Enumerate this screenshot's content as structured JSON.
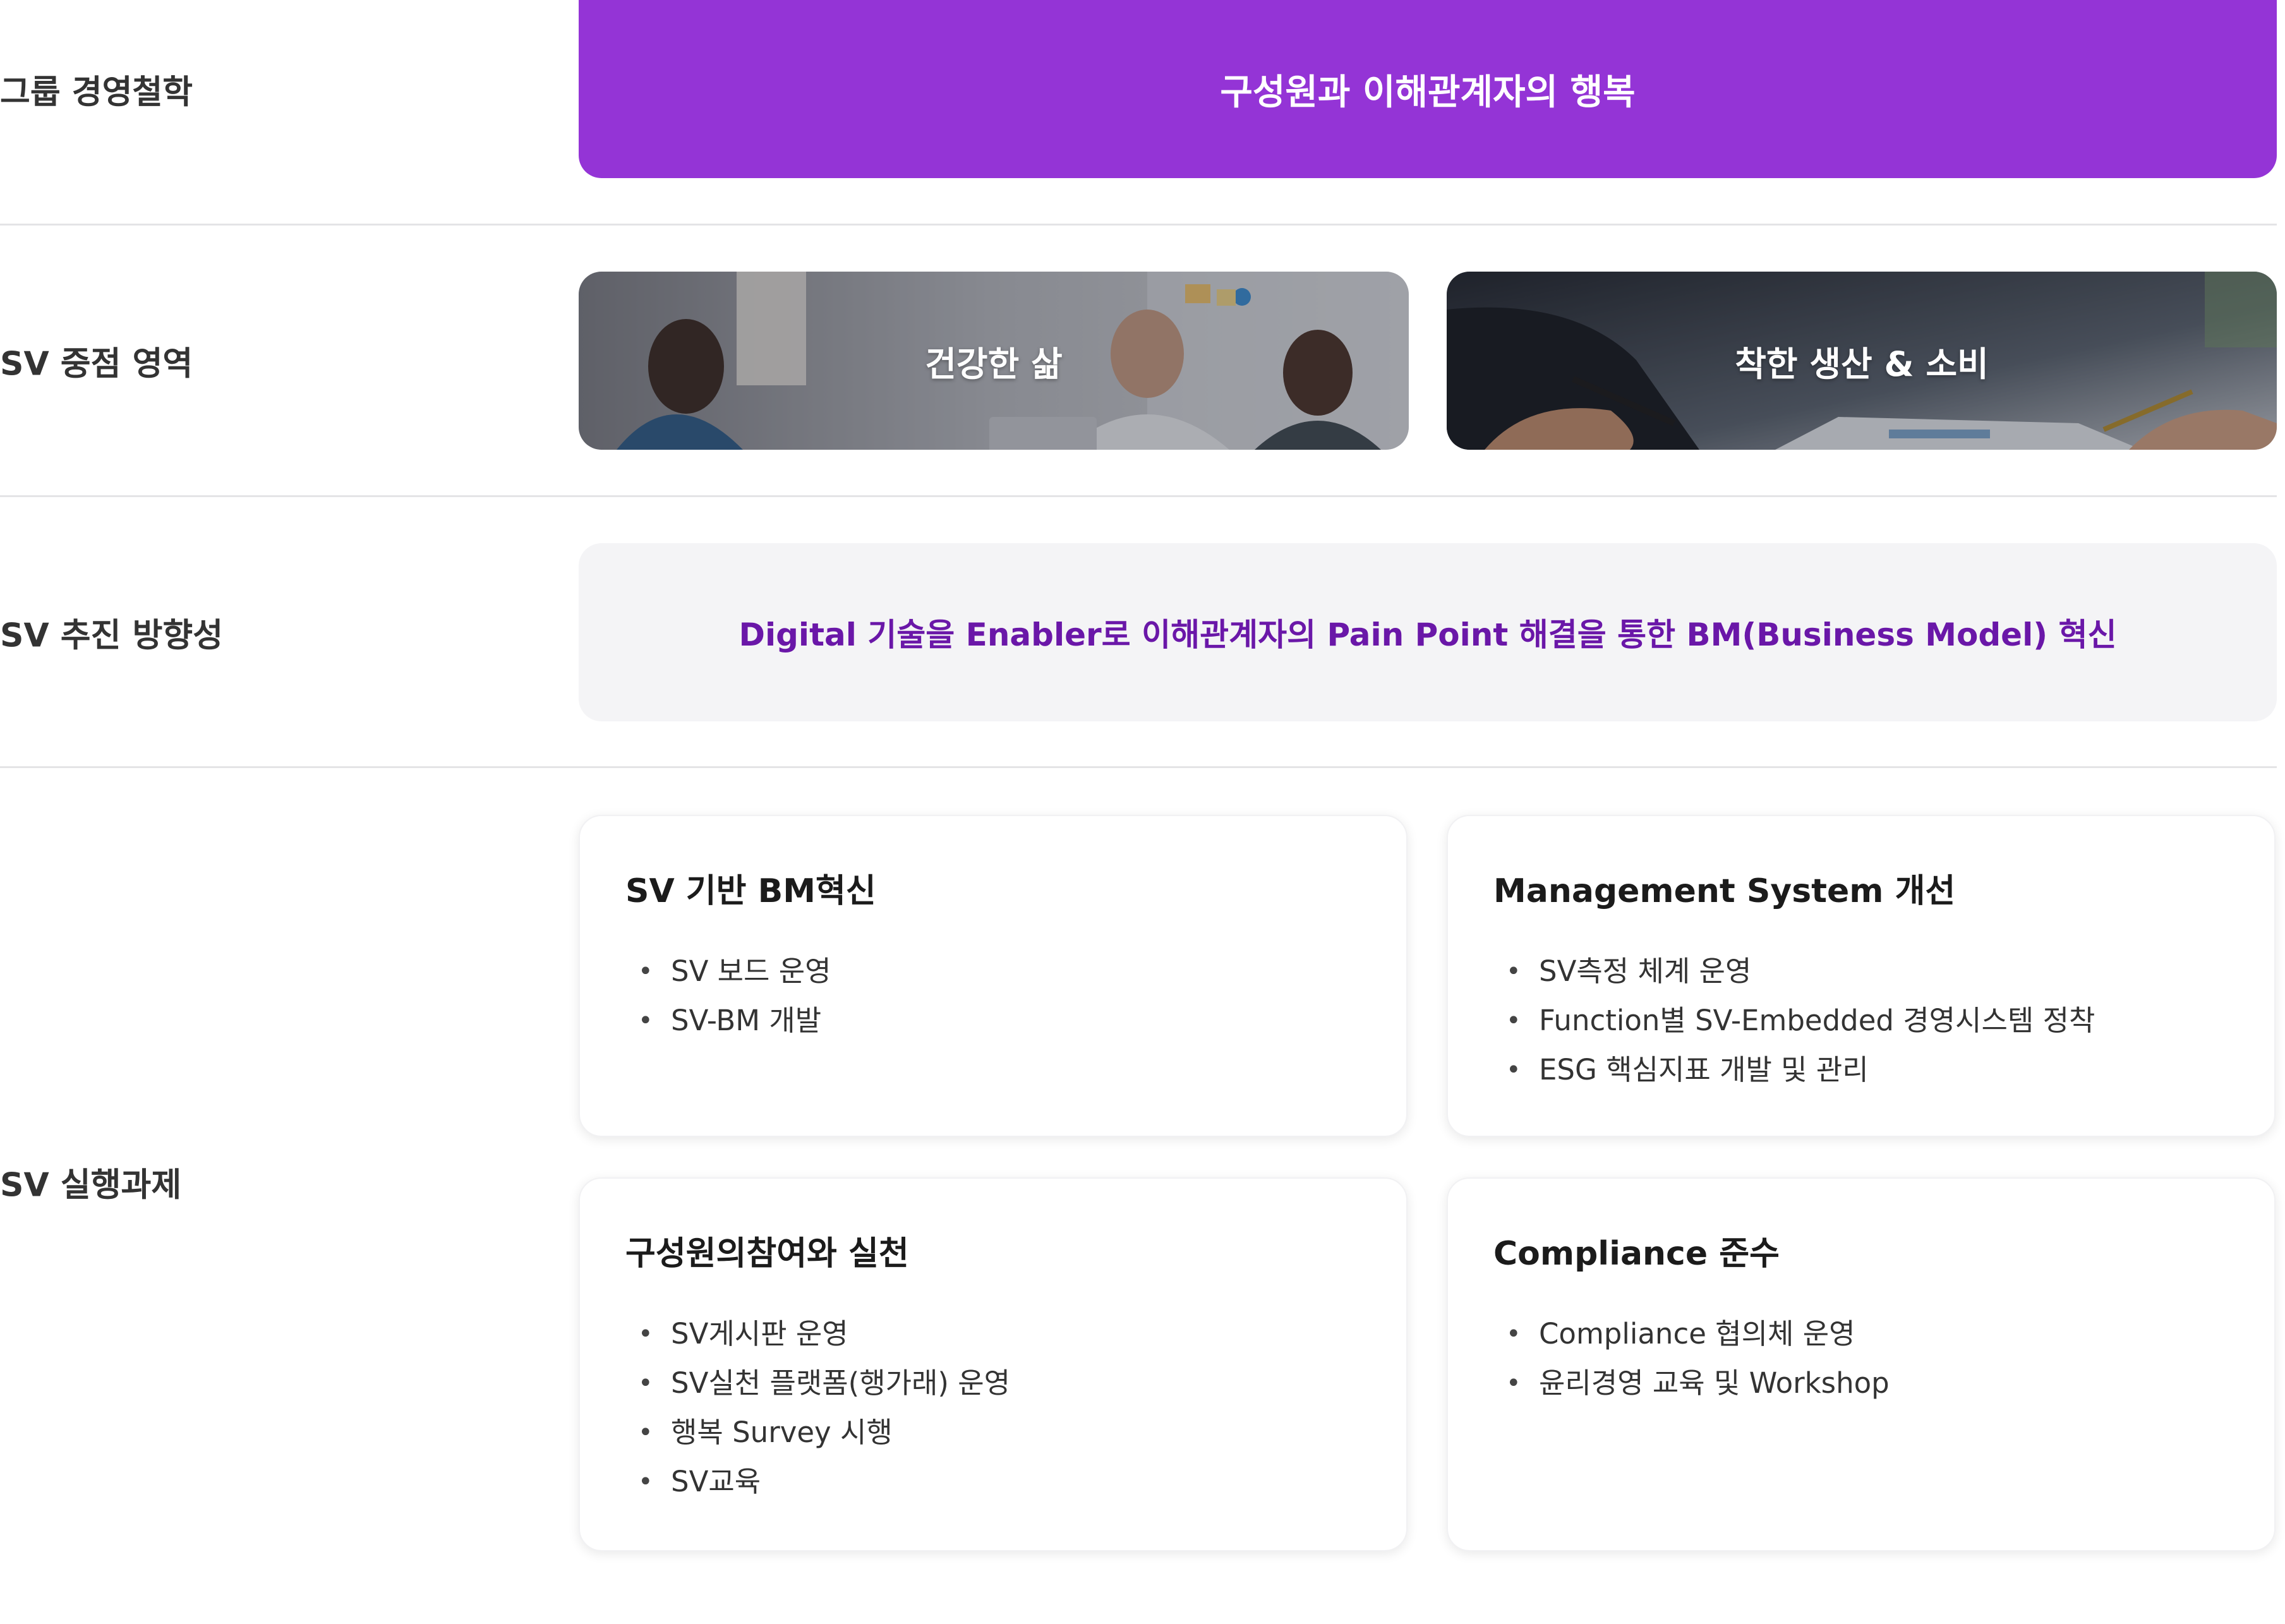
{
  "rows": {
    "philosophy": "그룹 경영철학",
    "focus": "SV 중점 영역",
    "direction": "SV 추진 방향성",
    "tasks": "SV 실행과제"
  },
  "philosophy_banner": "구성원과 이해관계자의 행복",
  "focus_areas": [
    {
      "label": "건강한 삶",
      "image": "business-meeting-photo"
    },
    {
      "label": "착한 생산 & 소비",
      "image": "hands-with-pens-documents-photo"
    }
  ],
  "direction_text": "Digital 기술을 Enabler로 이해관계자의 Pain Point 해결을 통한 BM(Business Model) 혁신",
  "tasks": [
    {
      "title": "SV 기반 BM혁신",
      "items": [
        "SV 보드 운영",
        "SV-BM 개발"
      ]
    },
    {
      "title": "Management System 개선",
      "items": [
        "SV측정 체계 운영",
        "Function별 SV-Embedded 경영시스템 정착",
        "ESG 핵심지표 개발 및 관리"
      ]
    },
    {
      "title": "구성원의참여와 실천",
      "items": [
        "SV게시판 운영",
        "SV실천 플랫폼(행가래) 운영",
        "행복 Survey 시행",
        "SV교육"
      ]
    },
    {
      "title": "Compliance 준수",
      "items": [
        "Compliance 협의체 운영",
        "윤리경영 교육 및 Workshop"
      ]
    }
  ],
  "colors": {
    "banner": "#9434d6",
    "direction_text": "#6a17a8",
    "direction_bg": "#f4f4f6"
  }
}
